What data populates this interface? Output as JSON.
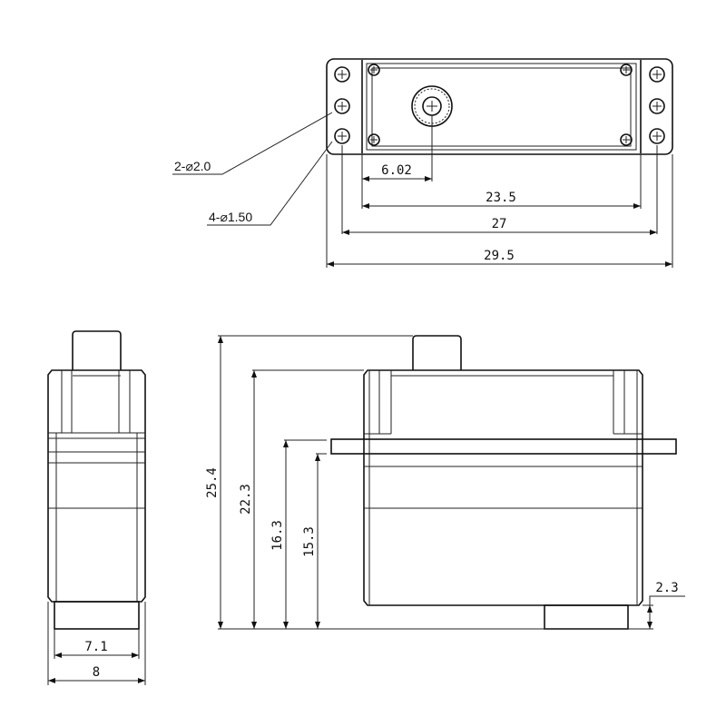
{
  "top_view": {
    "callouts": [
      "2-⌀2.0",
      "4-⌀1.50"
    ],
    "dimensions": [
      "6.02",
      "23.5",
      "27",
      "29.5"
    ]
  },
  "side_view": {
    "dimensions": [
      "7.1",
      "8"
    ]
  },
  "front_view": {
    "dimensions": [
      "25.4",
      "22.3",
      "16.3",
      "15.3",
      "2.3"
    ]
  }
}
